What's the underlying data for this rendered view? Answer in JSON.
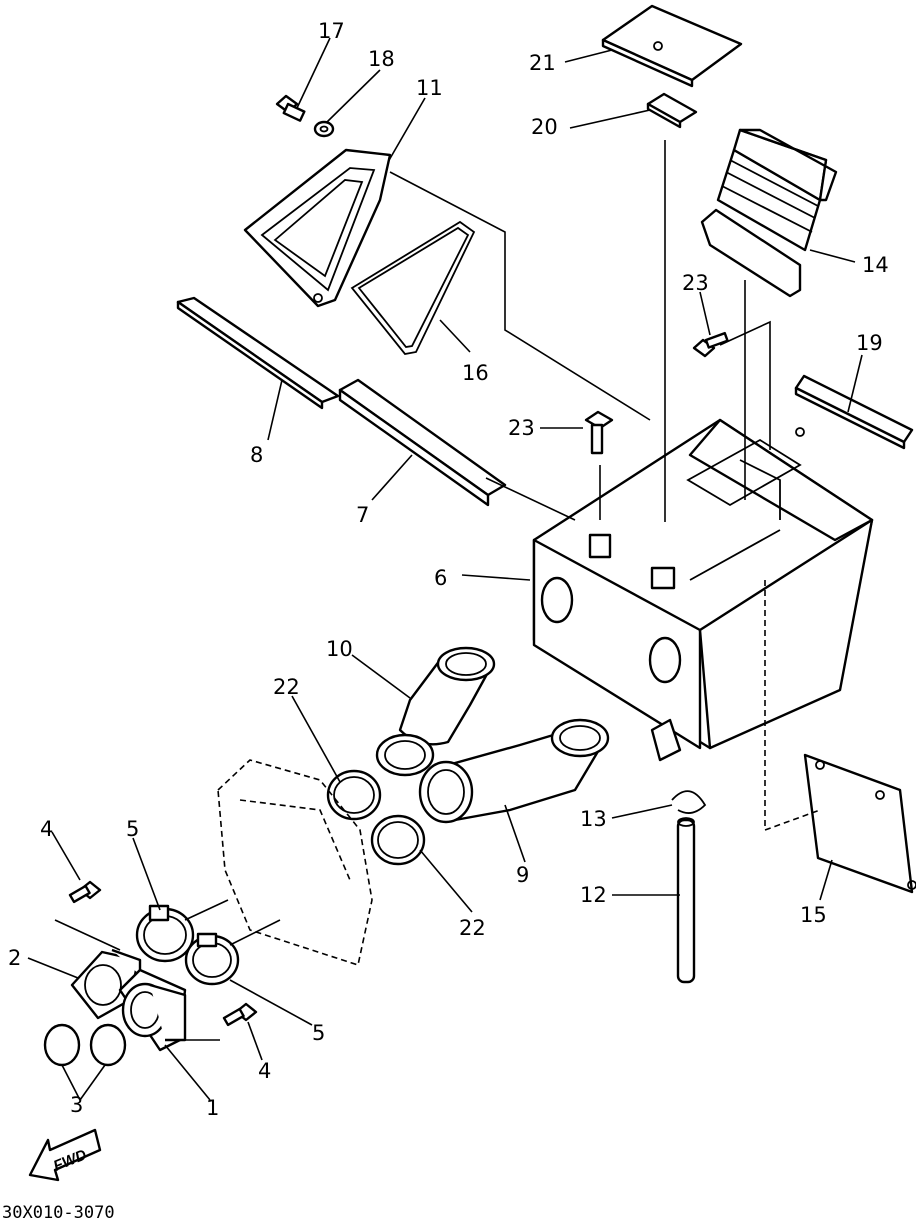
{
  "callouts": [
    {
      "id": "p1",
      "text": "1"
    },
    {
      "id": "p2",
      "text": "2"
    },
    {
      "id": "p3",
      "text": "3"
    },
    {
      "id": "p4a",
      "text": "4"
    },
    {
      "id": "p4b",
      "text": "4"
    },
    {
      "id": "p5a",
      "text": "5"
    },
    {
      "id": "p5b",
      "text": "5"
    },
    {
      "id": "p6",
      "text": "6"
    },
    {
      "id": "p7",
      "text": "7"
    },
    {
      "id": "p8",
      "text": "8"
    },
    {
      "id": "p9",
      "text": "9"
    },
    {
      "id": "p10",
      "text": "10"
    },
    {
      "id": "p11",
      "text": "11"
    },
    {
      "id": "p12",
      "text": "12"
    },
    {
      "id": "p13",
      "text": "13"
    },
    {
      "id": "p14",
      "text": "14"
    },
    {
      "id": "p15",
      "text": "15"
    },
    {
      "id": "p16",
      "text": "16"
    },
    {
      "id": "p17",
      "text": "17"
    },
    {
      "id": "p18",
      "text": "18"
    },
    {
      "id": "p19",
      "text": "19"
    },
    {
      "id": "p20",
      "text": "20"
    },
    {
      "id": "p21",
      "text": "21"
    },
    {
      "id": "p22a",
      "text": "22"
    },
    {
      "id": "p22b",
      "text": "22"
    },
    {
      "id": "p23a",
      "text": "23"
    },
    {
      "id": "p23b",
      "text": "23"
    }
  ],
  "direction_badge": "FWD",
  "drawing_code": "30X010-3070"
}
